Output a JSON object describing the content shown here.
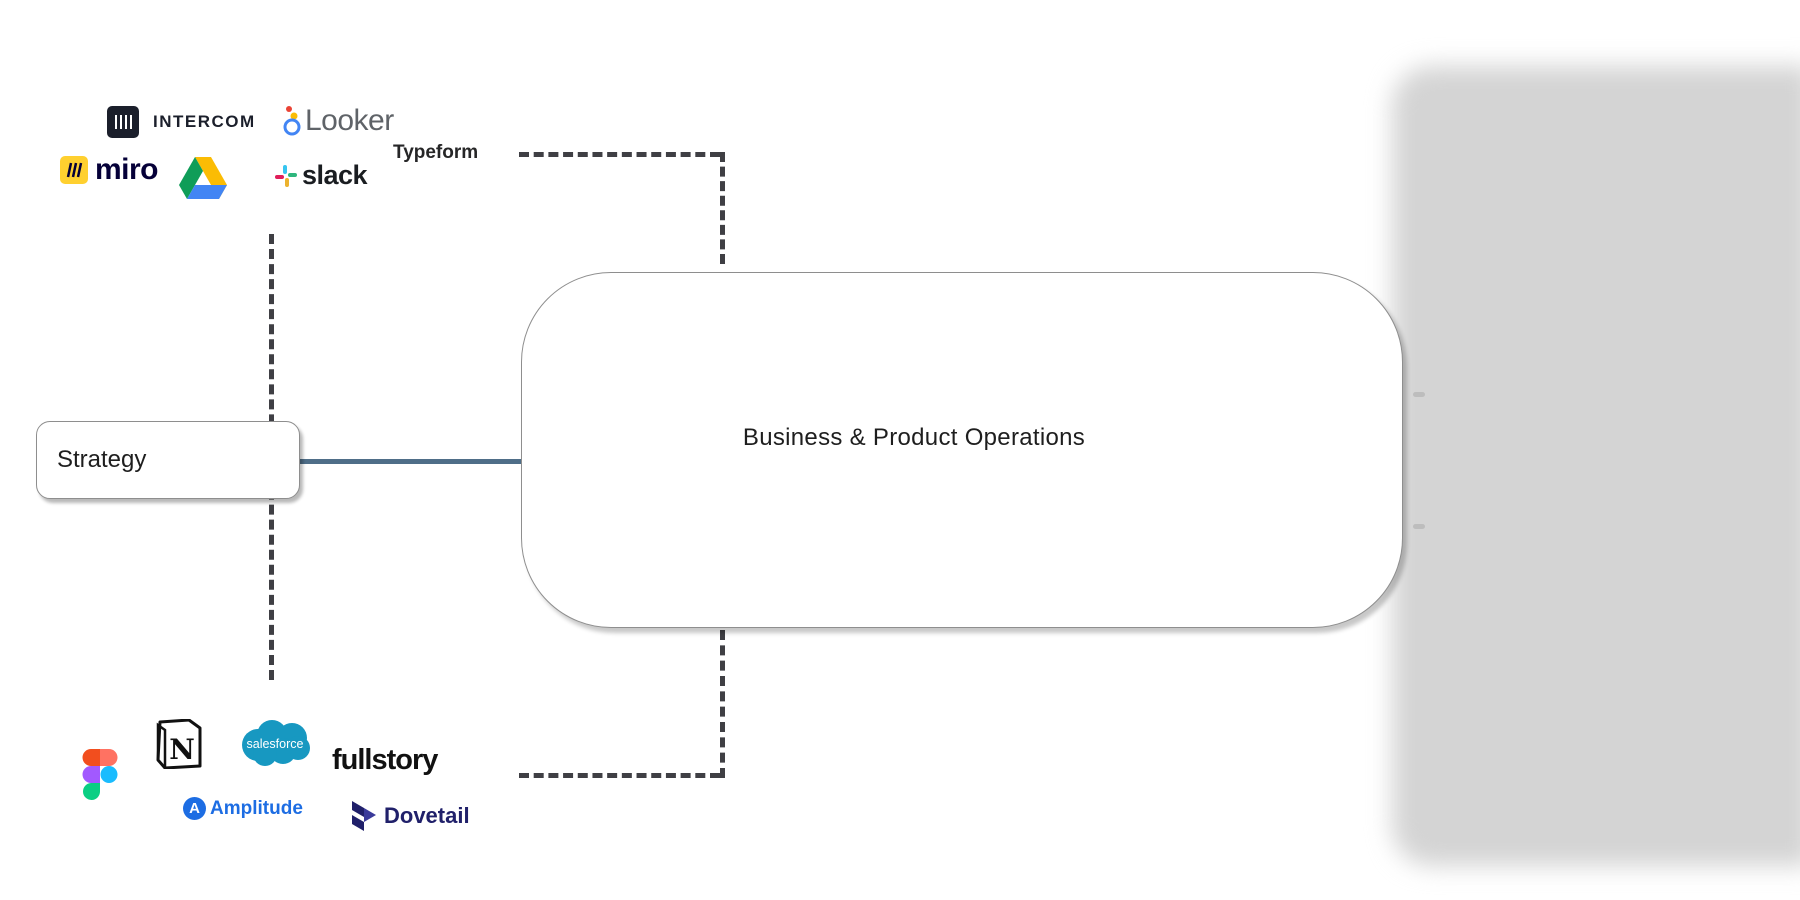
{
  "diagram": {
    "nodes": {
      "strategy": "Strategy",
      "operations": "Business & Product Operations"
    },
    "tools_top": {
      "intercom": "INTERCOM",
      "looker": "Looker",
      "typeform": "Typeform",
      "miro": "miro",
      "google_drive_icon": "google-drive-icon",
      "slack": "slack"
    },
    "tools_bottom": {
      "figma_icon": "figma-icon",
      "notion_icon": "notion-icon",
      "salesforce": "salesforce",
      "fullstory": "fullstory",
      "amplitude": "Amplitude",
      "dovetail": "Dovetail"
    },
    "colors": {
      "solid_link": "#4f6e88",
      "dashed_link": "#3f3f44",
      "side_panel": "#d4d4d4"
    }
  }
}
